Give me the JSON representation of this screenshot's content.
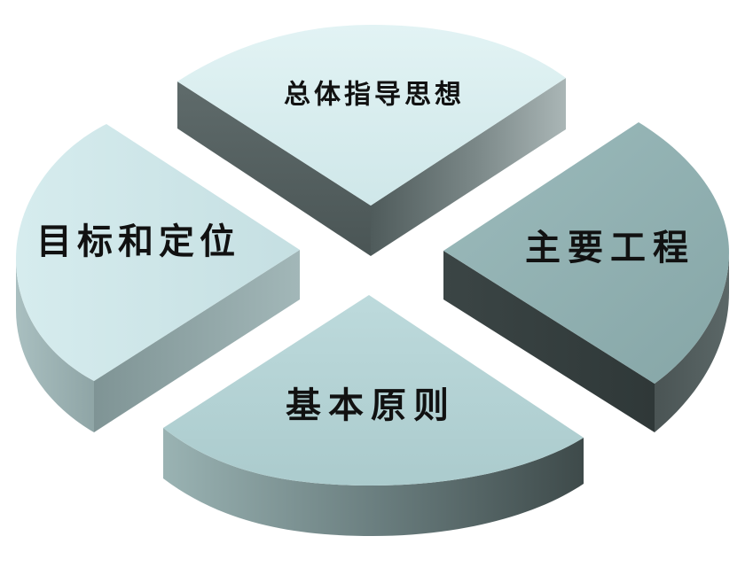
{
  "segments": [
    {
      "id": "top",
      "label": "总体指导思想",
      "top_color": "#dceff0",
      "side_light": "#a9b5b5",
      "side_dark": "#5d6a6a"
    },
    {
      "id": "right",
      "label": "主要工程",
      "top_color": "#94b3b4",
      "side_light": "#55605f",
      "side_dark": "#343d3d"
    },
    {
      "id": "bottom",
      "label": "基本原则",
      "top_color": "#b7d5d7",
      "side_light": "#8aa1a1",
      "side_dark": "#3f4d4d"
    },
    {
      "id": "left",
      "label": "目标和定位",
      "top_color": "#cfe7ea",
      "side_light": "#9fb4b5",
      "side_dark": "#6e8181"
    }
  ]
}
